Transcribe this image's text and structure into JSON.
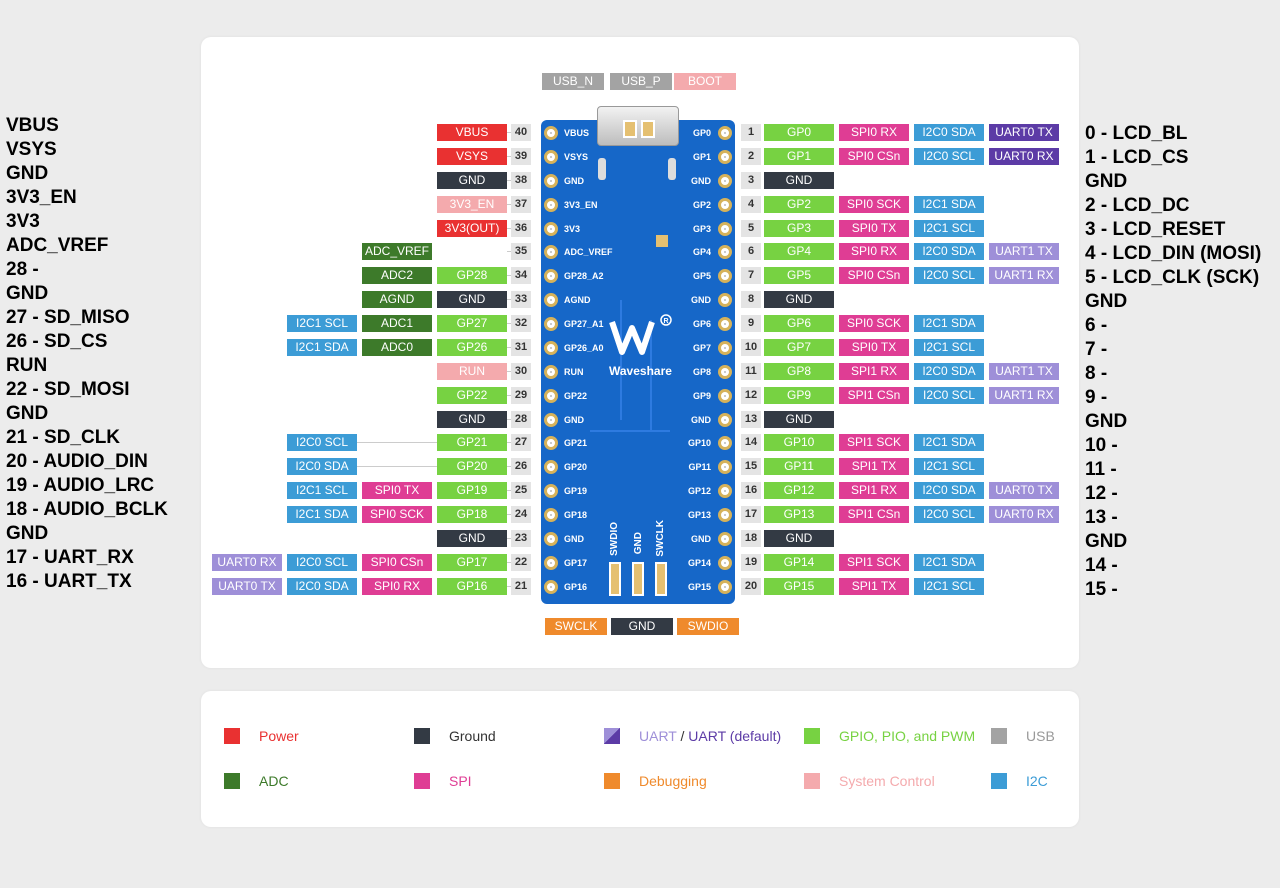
{
  "colors": {
    "power": "#e93131",
    "ground": "#333a44",
    "uart": "#9e8fd8",
    "uart_default": "#5c3ba6",
    "gpio": "#77d242",
    "usb": "#a3a3a3",
    "adc": "#3d7a2a",
    "spi": "#df3d94",
    "debug": "#ef8a2c",
    "sysctl": "#f4aaad",
    "i2c": "#3c9cd6",
    "board": "#1667c8"
  },
  "left_list": [
    "VBUS",
    "VSYS",
    "GND",
    "3V3_EN",
    "3V3",
    "ADC_VREF",
    "28 -",
    "GND",
    "27 - SD_MISO",
    "26 - SD_CS",
    "RUN",
    "22 - SD_MOSI",
    "GND",
    "21 - SD_CLK",
    "20 - AUDIO_DIN",
    "19 - AUDIO_LRC",
    "18 - AUDIO_BCLK",
    "GND",
    "17 - UART_RX",
    "16 - UART_TX"
  ],
  "right_list": [
    "0 - LCD_BL",
    "1 - LCD_CS",
    "GND",
    "2 - LCD_DC",
    "3 - LCD_RESET",
    "4 - LCD_DIN (MOSI)",
    "5 - LCD_CLK (SCK)",
    "GND",
    "6 -",
    "7 -",
    "8 -",
    "9 -",
    "GND",
    "10 -",
    "11 -",
    "12 -",
    "13 -",
    "GND",
    "14 -",
    "15 -"
  ],
  "top_labels": [
    {
      "text": "USB_N",
      "type": "usb"
    },
    {
      "text": "USB_P",
      "type": "usb"
    },
    {
      "text": "BOOT",
      "type": "sysctl"
    }
  ],
  "bottom_labels": [
    {
      "text": "SWCLK",
      "type": "debug"
    },
    {
      "text": "GND",
      "type": "ground"
    },
    {
      "text": "SWDIO",
      "type": "debug"
    }
  ],
  "board": {
    "brand": "Waveshare",
    "swd_labels": [
      "SWDIO",
      "GND",
      "SWCLK"
    ]
  },
  "left_pins": [
    {
      "num": "40",
      "board": "VBUS",
      "tags": [
        {
          "text": "VBUS",
          "type": "power"
        }
      ]
    },
    {
      "num": "39",
      "board": "VSYS",
      "tags": [
        {
          "text": "VSYS",
          "type": "power"
        }
      ]
    },
    {
      "num": "38",
      "board": "GND",
      "tags": [
        {
          "text": "GND",
          "type": "ground"
        }
      ]
    },
    {
      "num": "37",
      "board": "3V3_EN",
      "tags": [
        {
          "text": "3V3_EN",
          "type": "sysctl"
        }
      ]
    },
    {
      "num": "36",
      "board": "3V3",
      "tags": [
        {
          "text": "3V3(OUT)",
          "type": "power"
        }
      ]
    },
    {
      "num": "35",
      "board": "ADC_VREF",
      "tags": [
        {
          "text": "",
          "type": "none"
        },
        {
          "text": "ADC_VREF",
          "type": "adc"
        }
      ]
    },
    {
      "num": "34",
      "board": "GP28_A2",
      "tags": [
        {
          "text": "GP28",
          "type": "gpio"
        },
        {
          "text": "ADC2",
          "type": "adc"
        }
      ]
    },
    {
      "num": "33",
      "board": "AGND",
      "tags": [
        {
          "text": "GND",
          "type": "ground"
        },
        {
          "text": "AGND",
          "type": "adc"
        }
      ]
    },
    {
      "num": "32",
      "board": "GP27_A1",
      "tags": [
        {
          "text": "GP27",
          "type": "gpio"
        },
        {
          "text": "ADC1",
          "type": "adc"
        },
        {
          "text": "I2C1 SCL",
          "type": "i2c"
        }
      ]
    },
    {
      "num": "31",
      "board": "GP26_A0",
      "tags": [
        {
          "text": "GP26",
          "type": "gpio"
        },
        {
          "text": "ADC0",
          "type": "adc"
        },
        {
          "text": "I2C1 SDA",
          "type": "i2c"
        }
      ]
    },
    {
      "num": "30",
      "board": "RUN",
      "tags": [
        {
          "text": "RUN",
          "type": "sysctl"
        }
      ]
    },
    {
      "num": "29",
      "board": "GP22",
      "tags": [
        {
          "text": "GP22",
          "type": "gpio"
        }
      ]
    },
    {
      "num": "28",
      "board": "GND",
      "tags": [
        {
          "text": "GND",
          "type": "ground"
        }
      ]
    },
    {
      "num": "27",
      "board": "GP21",
      "tags": [
        {
          "text": "GP21",
          "type": "gpio"
        },
        {
          "text": "",
          "type": "none"
        },
        {
          "text": "I2C0 SCL",
          "type": "i2c"
        }
      ]
    },
    {
      "num": "26",
      "board": "GP20",
      "tags": [
        {
          "text": "GP20",
          "type": "gpio"
        },
        {
          "text": "",
          "type": "none"
        },
        {
          "text": "I2C0 SDA",
          "type": "i2c"
        }
      ]
    },
    {
      "num": "25",
      "board": "GP19",
      "tags": [
        {
          "text": "GP19",
          "type": "gpio"
        },
        {
          "text": "SPI0 TX",
          "type": "spi"
        },
        {
          "text": "I2C1 SCL",
          "type": "i2c"
        }
      ]
    },
    {
      "num": "24",
      "board": "GP18",
      "tags": [
        {
          "text": "GP18",
          "type": "gpio"
        },
        {
          "text": "SPI0 SCK",
          "type": "spi"
        },
        {
          "text": "I2C1 SDA",
          "type": "i2c"
        }
      ]
    },
    {
      "num": "23",
      "board": "GND",
      "tags": [
        {
          "text": "GND",
          "type": "ground"
        }
      ]
    },
    {
      "num": "22",
      "board": "GP17",
      "tags": [
        {
          "text": "GP17",
          "type": "gpio"
        },
        {
          "text": "SPI0 CSn",
          "type": "spi"
        },
        {
          "text": "I2C0 SCL",
          "type": "i2c"
        },
        {
          "text": "UART0 RX",
          "type": "uart"
        }
      ]
    },
    {
      "num": "21",
      "board": "GP16",
      "tags": [
        {
          "text": "GP16",
          "type": "gpio"
        },
        {
          "text": "SPI0 RX",
          "type": "spi"
        },
        {
          "text": "I2C0 SDA",
          "type": "i2c"
        },
        {
          "text": "UART0 TX",
          "type": "uart"
        }
      ]
    }
  ],
  "right_pins": [
    {
      "num": "1",
      "board": "GP0",
      "tags": [
        {
          "text": "GP0",
          "type": "gpio"
        },
        {
          "text": "SPI0 RX",
          "type": "spi"
        },
        {
          "text": "I2C0 SDA",
          "type": "i2c"
        },
        {
          "text": "UART0 TX",
          "type": "uart_default"
        }
      ]
    },
    {
      "num": "2",
      "board": "GP1",
      "tags": [
        {
          "text": "GP1",
          "type": "gpio"
        },
        {
          "text": "SPI0 CSn",
          "type": "spi"
        },
        {
          "text": "I2C0 SCL",
          "type": "i2c"
        },
        {
          "text": "UART0 RX",
          "type": "uart_default"
        }
      ]
    },
    {
      "num": "3",
      "board": "GND",
      "tags": [
        {
          "text": "GND",
          "type": "ground"
        }
      ]
    },
    {
      "num": "4",
      "board": "GP2",
      "tags": [
        {
          "text": "GP2",
          "type": "gpio"
        },
        {
          "text": "SPI0 SCK",
          "type": "spi"
        },
        {
          "text": "I2C1 SDA",
          "type": "i2c"
        }
      ]
    },
    {
      "num": "5",
      "board": "GP3",
      "tags": [
        {
          "text": "GP3",
          "type": "gpio"
        },
        {
          "text": "SPI0 TX",
          "type": "spi"
        },
        {
          "text": "I2C1 SCL",
          "type": "i2c"
        }
      ]
    },
    {
      "num": "6",
      "board": "GP4",
      "tags": [
        {
          "text": "GP4",
          "type": "gpio"
        },
        {
          "text": "SPI0 RX",
          "type": "spi"
        },
        {
          "text": "I2C0 SDA",
          "type": "i2c"
        },
        {
          "text": "UART1 TX",
          "type": "uart"
        }
      ]
    },
    {
      "num": "7",
      "board": "GP5",
      "tags": [
        {
          "text": "GP5",
          "type": "gpio"
        },
        {
          "text": "SPI0 CSn",
          "type": "spi"
        },
        {
          "text": "I2C0 SCL",
          "type": "i2c"
        },
        {
          "text": "UART1 RX",
          "type": "uart"
        }
      ]
    },
    {
      "num": "8",
      "board": "GND",
      "tags": [
        {
          "text": "GND",
          "type": "ground"
        }
      ]
    },
    {
      "num": "9",
      "board": "GP6",
      "tags": [
        {
          "text": "GP6",
          "type": "gpio"
        },
        {
          "text": "SPI0 SCK",
          "type": "spi"
        },
        {
          "text": "I2C1 SDA",
          "type": "i2c"
        }
      ]
    },
    {
      "num": "10",
      "board": "GP7",
      "tags": [
        {
          "text": "GP7",
          "type": "gpio"
        },
        {
          "text": "SPI0 TX",
          "type": "spi"
        },
        {
          "text": "I2C1 SCL",
          "type": "i2c"
        }
      ]
    },
    {
      "num": "11",
      "board": "GP8",
      "tags": [
        {
          "text": "GP8",
          "type": "gpio"
        },
        {
          "text": "SPI1 RX",
          "type": "spi"
        },
        {
          "text": "I2C0 SDA",
          "type": "i2c"
        },
        {
          "text": "UART1 TX",
          "type": "uart"
        }
      ]
    },
    {
      "num": "12",
      "board": "GP9",
      "tags": [
        {
          "text": "GP9",
          "type": "gpio"
        },
        {
          "text": "SPI1 CSn",
          "type": "spi"
        },
        {
          "text": "I2C0 SCL",
          "type": "i2c"
        },
        {
          "text": "UART1 RX",
          "type": "uart"
        }
      ]
    },
    {
      "num": "13",
      "board": "GND",
      "tags": [
        {
          "text": "GND",
          "type": "ground"
        }
      ]
    },
    {
      "num": "14",
      "board": "GP10",
      "tags": [
        {
          "text": "GP10",
          "type": "gpio"
        },
        {
          "text": "SPI1 SCK",
          "type": "spi"
        },
        {
          "text": "I2C1 SDA",
          "type": "i2c"
        }
      ]
    },
    {
      "num": "15",
      "board": "GP11",
      "tags": [
        {
          "text": "GP11",
          "type": "gpio"
        },
        {
          "text": "SPI1 TX",
          "type": "spi"
        },
        {
          "text": "I2C1 SCL",
          "type": "i2c"
        }
      ]
    },
    {
      "num": "16",
      "board": "GP12",
      "tags": [
        {
          "text": "GP12",
          "type": "gpio"
        },
        {
          "text": "SPI1 RX",
          "type": "spi"
        },
        {
          "text": "I2C0 SDA",
          "type": "i2c"
        },
        {
          "text": "UART0 TX",
          "type": "uart"
        }
      ]
    },
    {
      "num": "17",
      "board": "GP13",
      "tags": [
        {
          "text": "GP13",
          "type": "gpio"
        },
        {
          "text": "SPI1 CSn",
          "type": "spi"
        },
        {
          "text": "I2C0 SCL",
          "type": "i2c"
        },
        {
          "text": "UART0 RX",
          "type": "uart"
        }
      ]
    },
    {
      "num": "18",
      "board": "GND",
      "tags": [
        {
          "text": "GND",
          "type": "ground"
        }
      ]
    },
    {
      "num": "19",
      "board": "GP14",
      "tags": [
        {
          "text": "GP14",
          "type": "gpio"
        },
        {
          "text": "SPI1 SCK",
          "type": "spi"
        },
        {
          "text": "I2C1 SDA",
          "type": "i2c"
        }
      ]
    },
    {
      "num": "20",
      "board": "GP15",
      "tags": [
        {
          "text": "GP15",
          "type": "gpio"
        },
        {
          "text": "SPI1 TX",
          "type": "spi"
        },
        {
          "text": "I2C1 SCL",
          "type": "i2c"
        }
      ]
    }
  ],
  "legend": {
    "power": "Power",
    "ground": "Ground",
    "uart": "UART",
    "uart_sep": " / ",
    "uart_default": "UART (default)",
    "gpio": "GPIO, PIO, and PWM",
    "usb": "USB",
    "adc": "ADC",
    "spi": "SPI",
    "debug": "Debugging",
    "sysctl": "System Control",
    "i2c": "I2C"
  }
}
